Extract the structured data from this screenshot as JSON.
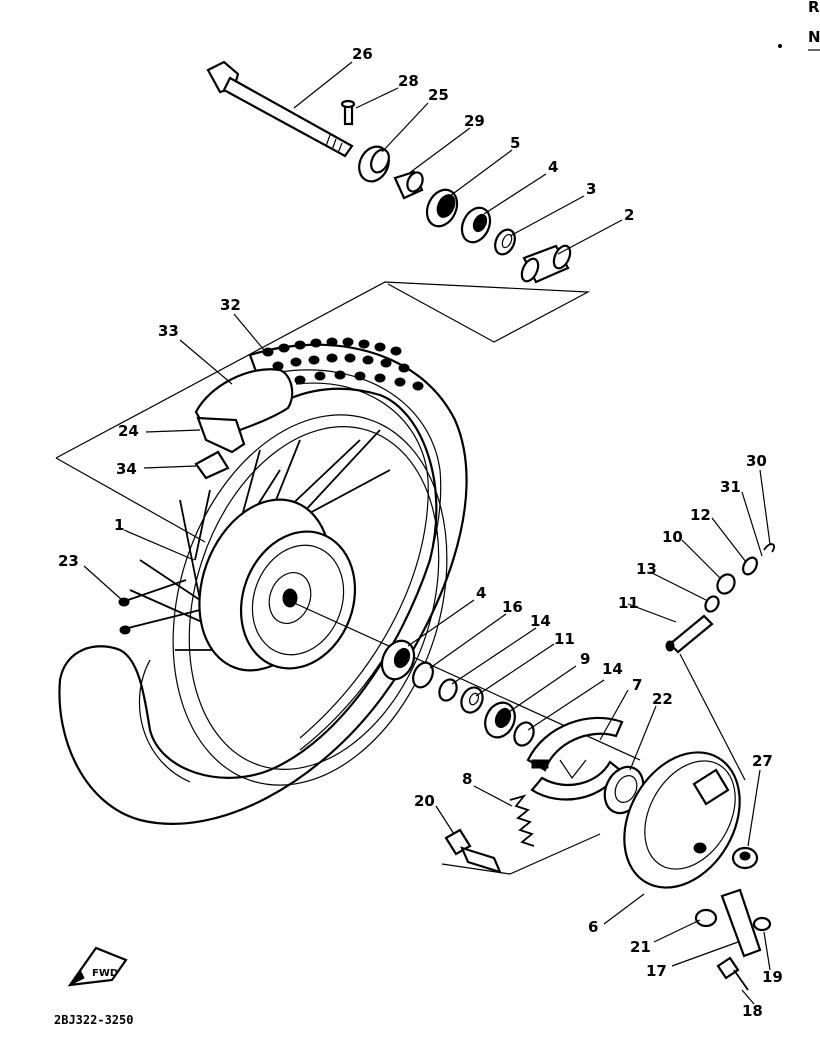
{
  "corner_marks": [
    "R",
    "N"
  ],
  "diagram_code": "2BJ322-3250",
  "fwd_badge": "FWD",
  "part_labels": {
    "p1": "1",
    "p2": "2",
    "p3": "3",
    "p4a": "4",
    "p4b": "4",
    "p5": "5",
    "p6": "6",
    "p7": "7",
    "p8": "8",
    "p9": "9",
    "p10": "10",
    "p11a": "11",
    "p11b": "11",
    "p12": "12",
    "p13": "13",
    "p14a": "14",
    "p14b": "14",
    "p16": "16",
    "p17": "17",
    "p18": "18",
    "p19": "19",
    "p20": "20",
    "p21": "21",
    "p22": "22",
    "p23": "23",
    "p24": "24",
    "p25": "25",
    "p26": "26",
    "p27": "27",
    "p28": "28",
    "p29": "29",
    "p30": "30",
    "p31": "31",
    "p32": "32",
    "p33": "33",
    "p34": "34"
  }
}
